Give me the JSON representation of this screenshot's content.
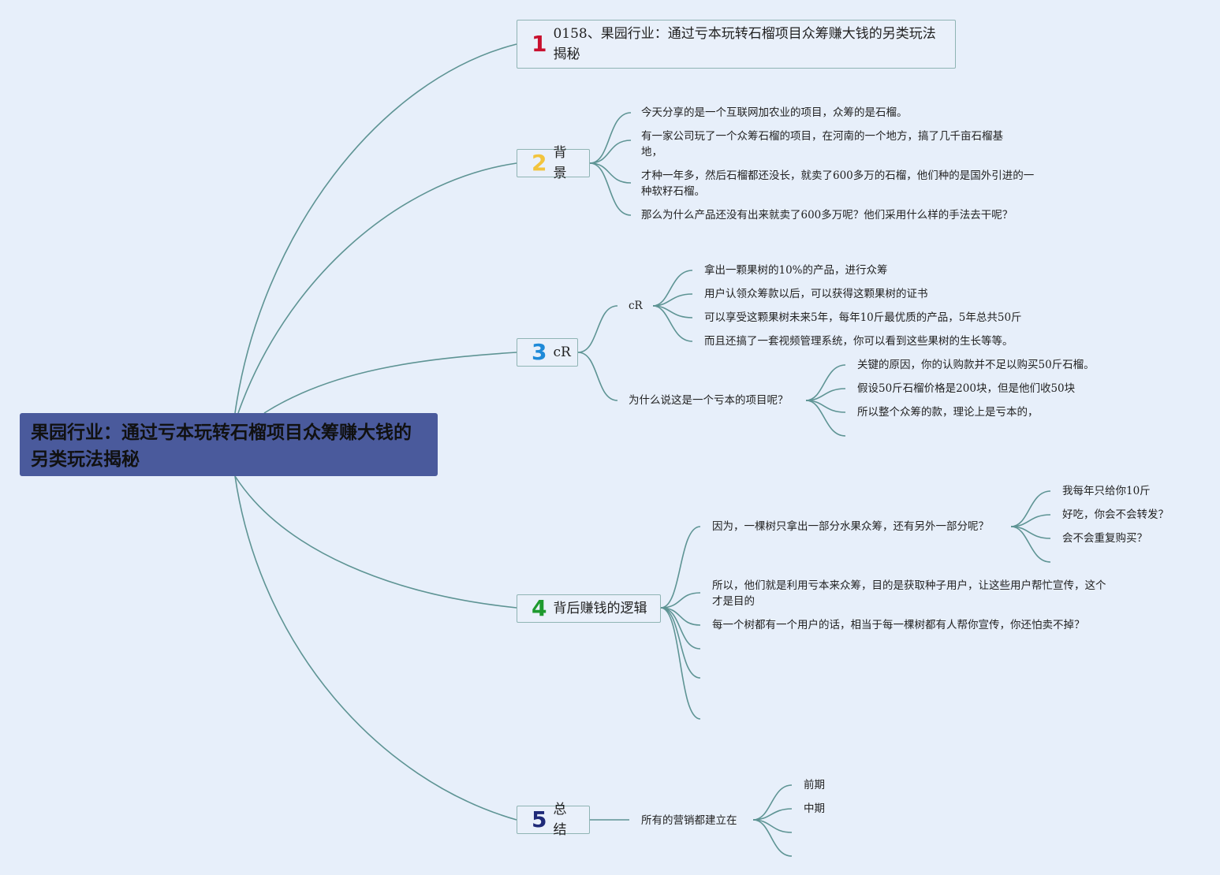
{
  "root": {
    "title": "果园行业：通过亏本玩转石榴项目众筹赚大钱的另类玩法揭秘"
  },
  "branches": [
    {
      "num": "1",
      "color": "#c8102e",
      "title": "0158、果园行业：通过亏本玩转石榴项目众筹赚大钱的另类玩法揭秘"
    },
    {
      "num": "2",
      "color": "#f2c43d",
      "title": "背景"
    },
    {
      "num": "3",
      "color": "#1f8ad8",
      "title": "cR"
    },
    {
      "num": "4",
      "color": "#1e9a2e",
      "title": "背后赚钱的逻辑"
    },
    {
      "num": "5",
      "color": "#1f2a78",
      "title": "总结"
    }
  ],
  "background": {
    "items": [
      "今天分享的是一个互联网加农业的项目，众筹的是石榴。",
      "有一家公司玩了一个众筹石榴的项目，在河南的一个地方，搞了几千亩石榴基地，",
      "才种一年多，然后石榴都还没长，就卖了600多万的石榴，他们种的是国外引进的一种软籽石榴。",
      "那么为什么产品还没有出来就卖了600多万呢？他们采用什么样的手法去干呢？"
    ]
  },
  "cr": {
    "sub1": {
      "label": "cR",
      "items": [
        "拿出一颗果树的10%的产品，进行众筹",
        "用户认领众筹款以后，可以获得这颗果树的证书",
        "可以享受这颗果树未来5年，每年10斤最优质的产品，5年总共50斤",
        "而且还搞了一套视频管理系统，你可以看到这些果树的生长等等。"
      ]
    },
    "sub2": {
      "label": "为什么说这是一个亏本的项目呢？",
      "items": [
        "关键的原因，你的认购款并不足以购买50斤石榴。",
        "假设50斤石榴价格是200块，但是他们收50块",
        "所以整个众筹的款，理论上是亏本的，"
      ]
    }
  },
  "logic": {
    "sub1": {
      "label": "因为，一棵树只拿出一部分水果众筹，还有另外一部分呢？",
      "items": [
        "我每年只给你10斤",
        "好吃，你会不会转发？",
        "会不会重复购买？"
      ]
    },
    "item2": "所以，他们就是利用亏本来众筹，目的是获取种子用户，让这些用户帮忙宣传，这个才是目的",
    "item3": "每一个树都有一个用户的话，相当于每一棵树都有人帮你宣传，你还怕卖不掉？"
  },
  "summary": {
    "sub1": {
      "label": "所有的营销都建立在",
      "items": [
        "前期",
        "中期"
      ]
    }
  }
}
